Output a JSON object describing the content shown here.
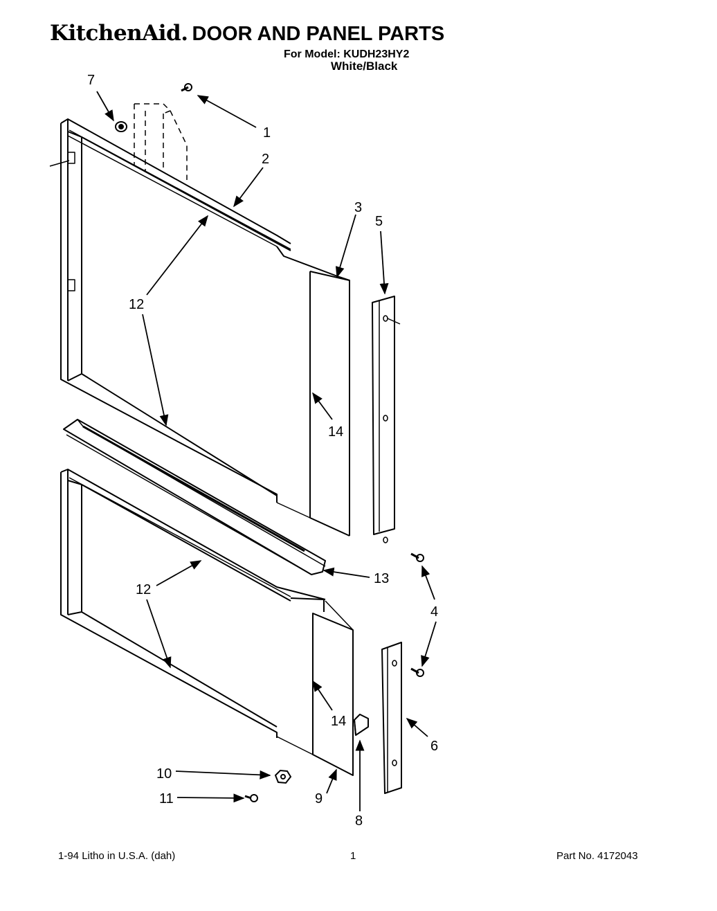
{
  "header": {
    "brand": "KitchenAid.",
    "title": "DOOR AND PANEL PARTS",
    "model_line": "For Model: KUDH23HY2",
    "color_line": "White/Black"
  },
  "callouts": {
    "c1": "1",
    "c2": "2",
    "c3": "3",
    "c4": "4",
    "c5": "5",
    "c6": "6",
    "c7": "7",
    "c8": "8",
    "c9": "9",
    "c10": "10",
    "c11": "11",
    "c12a": "12",
    "c12b": "12",
    "c13": "13",
    "c14a": "14",
    "c14b": "14"
  },
  "footer": {
    "litho": "1-94 Litho in U.S.A. (dah)",
    "page": "1",
    "part_no": "Part No. 4172043"
  }
}
